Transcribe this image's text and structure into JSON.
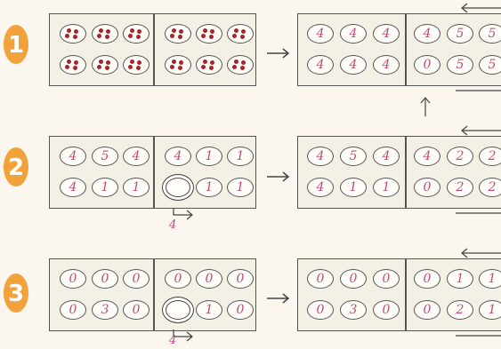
{
  "colors": {
    "badge": "#f2a23a",
    "badge_text": "#ffffff",
    "seed": "#a8232b",
    "number": "#c24a7c",
    "outline": "#555555"
  },
  "steps": [
    {
      "badge": "1",
      "before": {
        "seeds": true,
        "top": [
          4,
          4,
          4,
          4,
          4,
          4
        ],
        "bottom": [
          4,
          4,
          4,
          4,
          4,
          4
        ]
      },
      "after": {
        "top": [
          "4",
          "4",
          "4",
          "4",
          "5",
          "5"
        ],
        "bottom": [
          "4",
          "4",
          "4",
          "0",
          "5",
          "5"
        ]
      }
    },
    {
      "badge": "2",
      "before": {
        "top": [
          "4",
          "5",
          "4",
          "4",
          "1",
          "1"
        ],
        "bottom": [
          "4",
          "1",
          "1",
          "",
          "1",
          "1"
        ]
      },
      "sown_from_pit": "4",
      "after": {
        "top": [
          "4",
          "5",
          "4",
          "4",
          "2",
          "2"
        ],
        "bottom": [
          "4",
          "1",
          "1",
          "0",
          "2",
          "2"
        ]
      }
    },
    {
      "badge": "3",
      "before": {
        "top": [
          "0",
          "0",
          "0",
          "0",
          "0",
          "0"
        ],
        "bottom": [
          "0",
          "3",
          "0",
          "",
          "1",
          "0"
        ]
      },
      "sown_from_pit": "4",
      "after": {
        "top": [
          "0",
          "0",
          "0",
          "0",
          "1",
          "1"
        ],
        "bottom": [
          "0",
          "3",
          "0",
          "0",
          "2",
          "1"
        ]
      }
    }
  ]
}
